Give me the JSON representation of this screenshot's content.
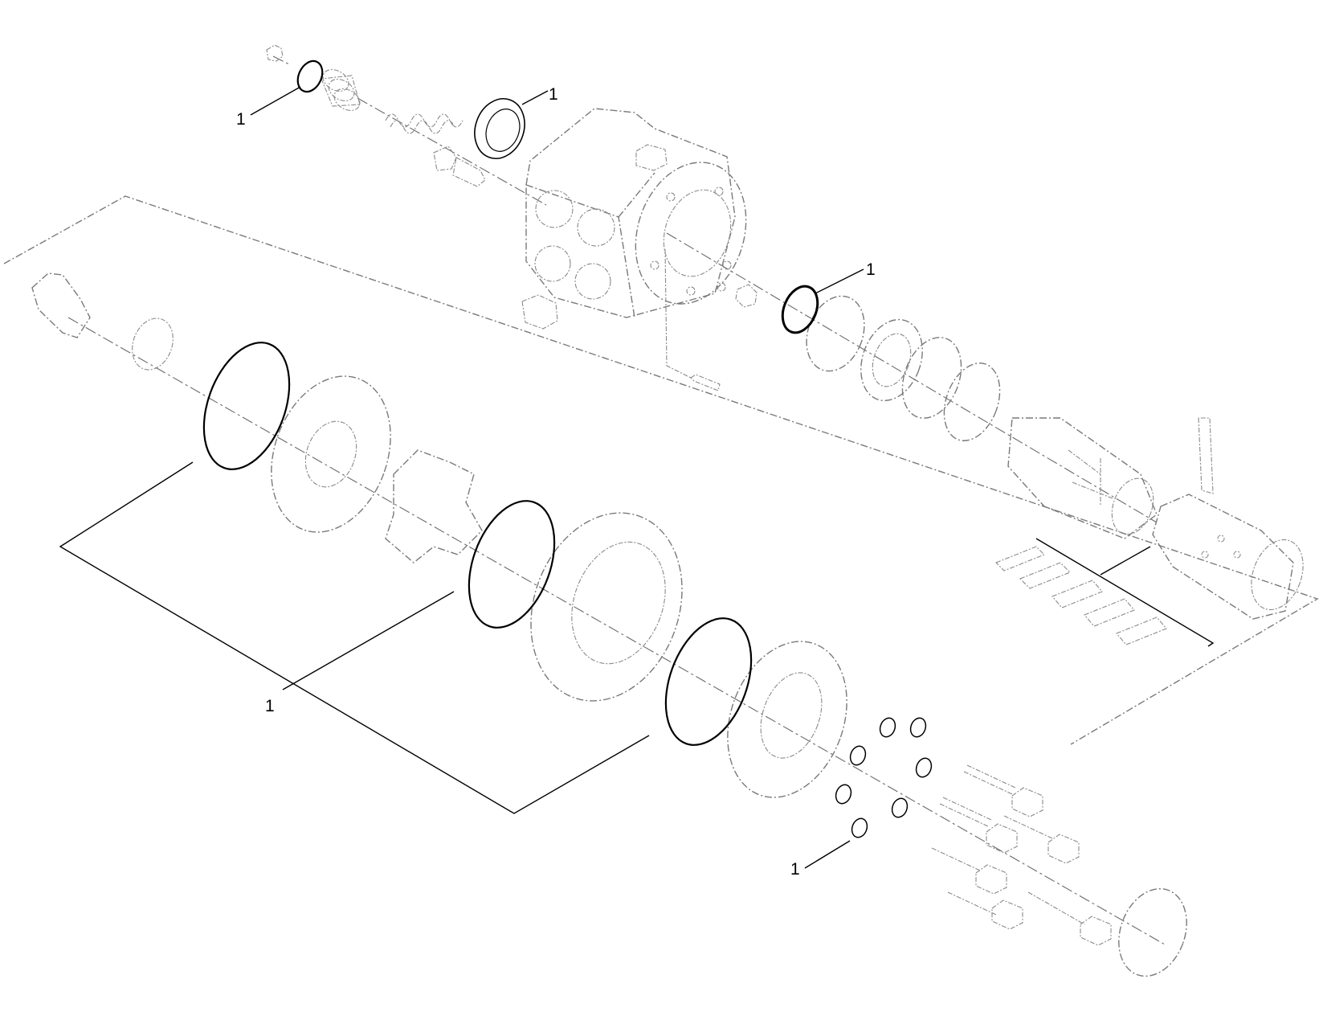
{
  "diagram": {
    "callout_label": "1",
    "callouts": [
      {
        "id": "oring-relief-valve",
        "label": "1"
      },
      {
        "id": "shaft-seal",
        "label": "1"
      },
      {
        "id": "oring-housing-face",
        "label": "1"
      },
      {
        "id": "oring-set-gerotor",
        "label": "1"
      },
      {
        "id": "washer-set",
        "label": "1"
      }
    ],
    "colors": {
      "background": "#ffffff",
      "kit_parts": "#000000",
      "ghost_parts": "#7a7a7a"
    }
  }
}
